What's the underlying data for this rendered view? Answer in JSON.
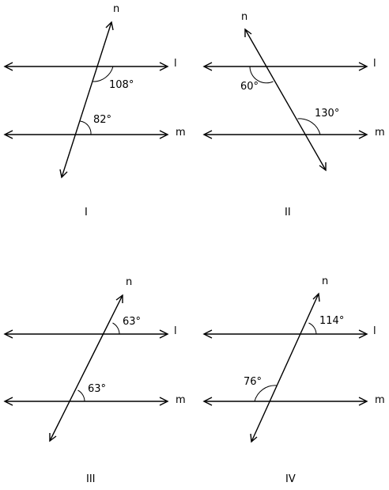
{
  "panels": [
    {
      "id": "I",
      "caption": "I",
      "line_l_label": "l",
      "line_m_label": "m",
      "transversal_label": "n",
      "angle_top_label": "108°",
      "angle_bottom_label": "82°"
    },
    {
      "id": "II",
      "caption": "II",
      "line_l_label": "l",
      "line_m_label": "m",
      "transversal_label": "n",
      "angle_top_label": "60°",
      "angle_bottom_label": "130°"
    },
    {
      "id": "III",
      "caption": "III",
      "line_l_label": "l",
      "line_m_label": "m",
      "transversal_label": "n",
      "angle_top_label": "63°",
      "angle_bottom_label": "63°"
    },
    {
      "id": "IV",
      "caption": "IV",
      "line_l_label": "l",
      "line_m_label": "m",
      "transversal_label": "n",
      "angle_top_label": "114°",
      "angle_bottom_label": "76°"
    }
  ]
}
